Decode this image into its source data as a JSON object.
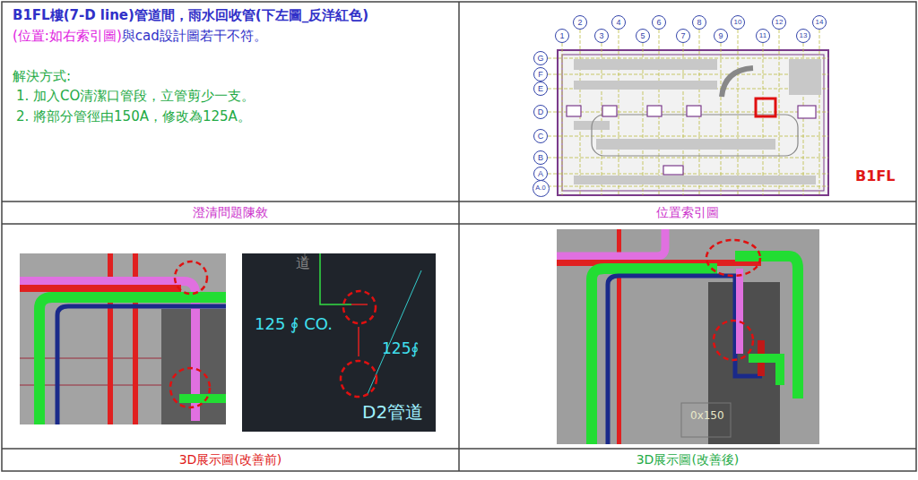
{
  "diagram": {
    "nodes": [
      {
        "text": [
          "B1FL樓(7-D line)管道間，雨水回收管(下左圖_反洋紅色)",
          "(位置:如右索引圖)",
          "與cad設計圖若干不符。",
          "解決方式:",
          "1.  加入CO清潔口管段，立管剪少一支。",
          "2.  將部分管徑由150A，修改為125A。"
        ]
      },
      {
        "text": [
          "1"
        ]
      },
      {
        "text": [
          "2"
        ]
      },
      {
        "text": [
          "3"
        ]
      },
      {
        "text": [
          "4"
        ]
      },
      {
        "text": [
          "5"
        ]
      },
      {
        "text": [
          "6"
        ]
      },
      {
        "text": [
          "7"
        ]
      },
      {
        "text": [
          "8"
        ]
      },
      {
        "text": [
          "9"
        ]
      },
      {
        "text": [
          "10"
        ]
      },
      {
        "text": [
          "11"
        ]
      },
      {
        "text": [
          "12"
        ]
      },
      {
        "text": [
          "13"
        ]
      },
      {
        "text": [
          "14"
        ]
      },
      {
        "text": [
          "G"
        ]
      },
      {
        "text": [
          "F"
        ]
      },
      {
        "text": [
          "E"
        ]
      },
      {
        "text": [
          "D"
        ]
      },
      {
        "text": [
          "C"
        ]
      },
      {
        "text": [
          "B"
        ]
      },
      {
        "text": [
          "A"
        ]
      },
      {
        "text": [
          "A.0"
        ]
      },
      {
        "text": [
          "澄清問題陳敘"
        ]
      },
      {
        "text": [
          "位置索引圖"
        ]
      },
      {
        "text": [
          "3D展示圖(改善前)"
        ]
      },
      {
        "text": [
          "3D展示圖(改善後)"
        ]
      }
    ],
    "labels": [
      "B1FL",
      "道",
      "125 ∮ CO.",
      "125∮",
      "D2管道",
      "0x150"
    ]
  }
}
